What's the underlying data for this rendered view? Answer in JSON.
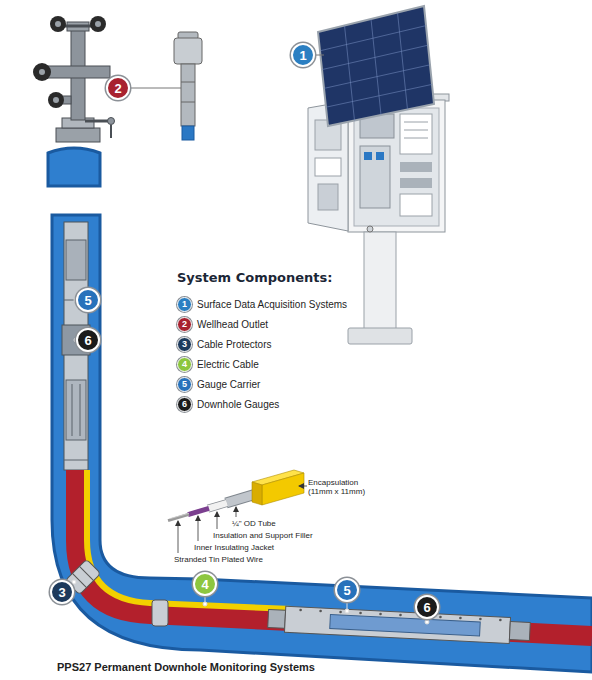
{
  "diagram": {
    "caption": "PPS27 Permanent Downhole Monitoring Systems",
    "nodes": [
      {
        "text": [
          "1"
        ]
      },
      {
        "text": [
          "2"
        ]
      },
      {
        "text": [
          "5"
        ]
      },
      {
        "text": [
          "6"
        ]
      },
      {
        "text": [
          "3"
        ]
      },
      {
        "text": [
          "4"
        ]
      },
      {
        "text": [
          "5"
        ]
      },
      {
        "text": [
          "6"
        ]
      }
    ],
    "labels": [
      "System Components:",
      "1",
      "2",
      "3",
      "4",
      "5",
      "6",
      "Encapsulation (11mm x 11mm)",
      "¼\" OD Tube",
      "Insulation and Support Filler",
      "Inner Insulating Jacket",
      "Stranded Tin Plated Wire"
    ],
    "legend": [
      {
        "text": "Surface Data Acquisition Systems",
        "color": "#2b7fc2"
      },
      {
        "text": "Wellhead Outlet",
        "color": "#a8222f"
      },
      {
        "text": "Cable Protectors",
        "color": "#1d3a5c"
      },
      {
        "text": "Electric Cable",
        "color": "#8dc63f"
      },
      {
        "text": "Gauge Carrier",
        "color": "#2872bb"
      },
      {
        "text": "Downhole Gauges",
        "color": "#1b1b1b"
      }
    ]
  }
}
